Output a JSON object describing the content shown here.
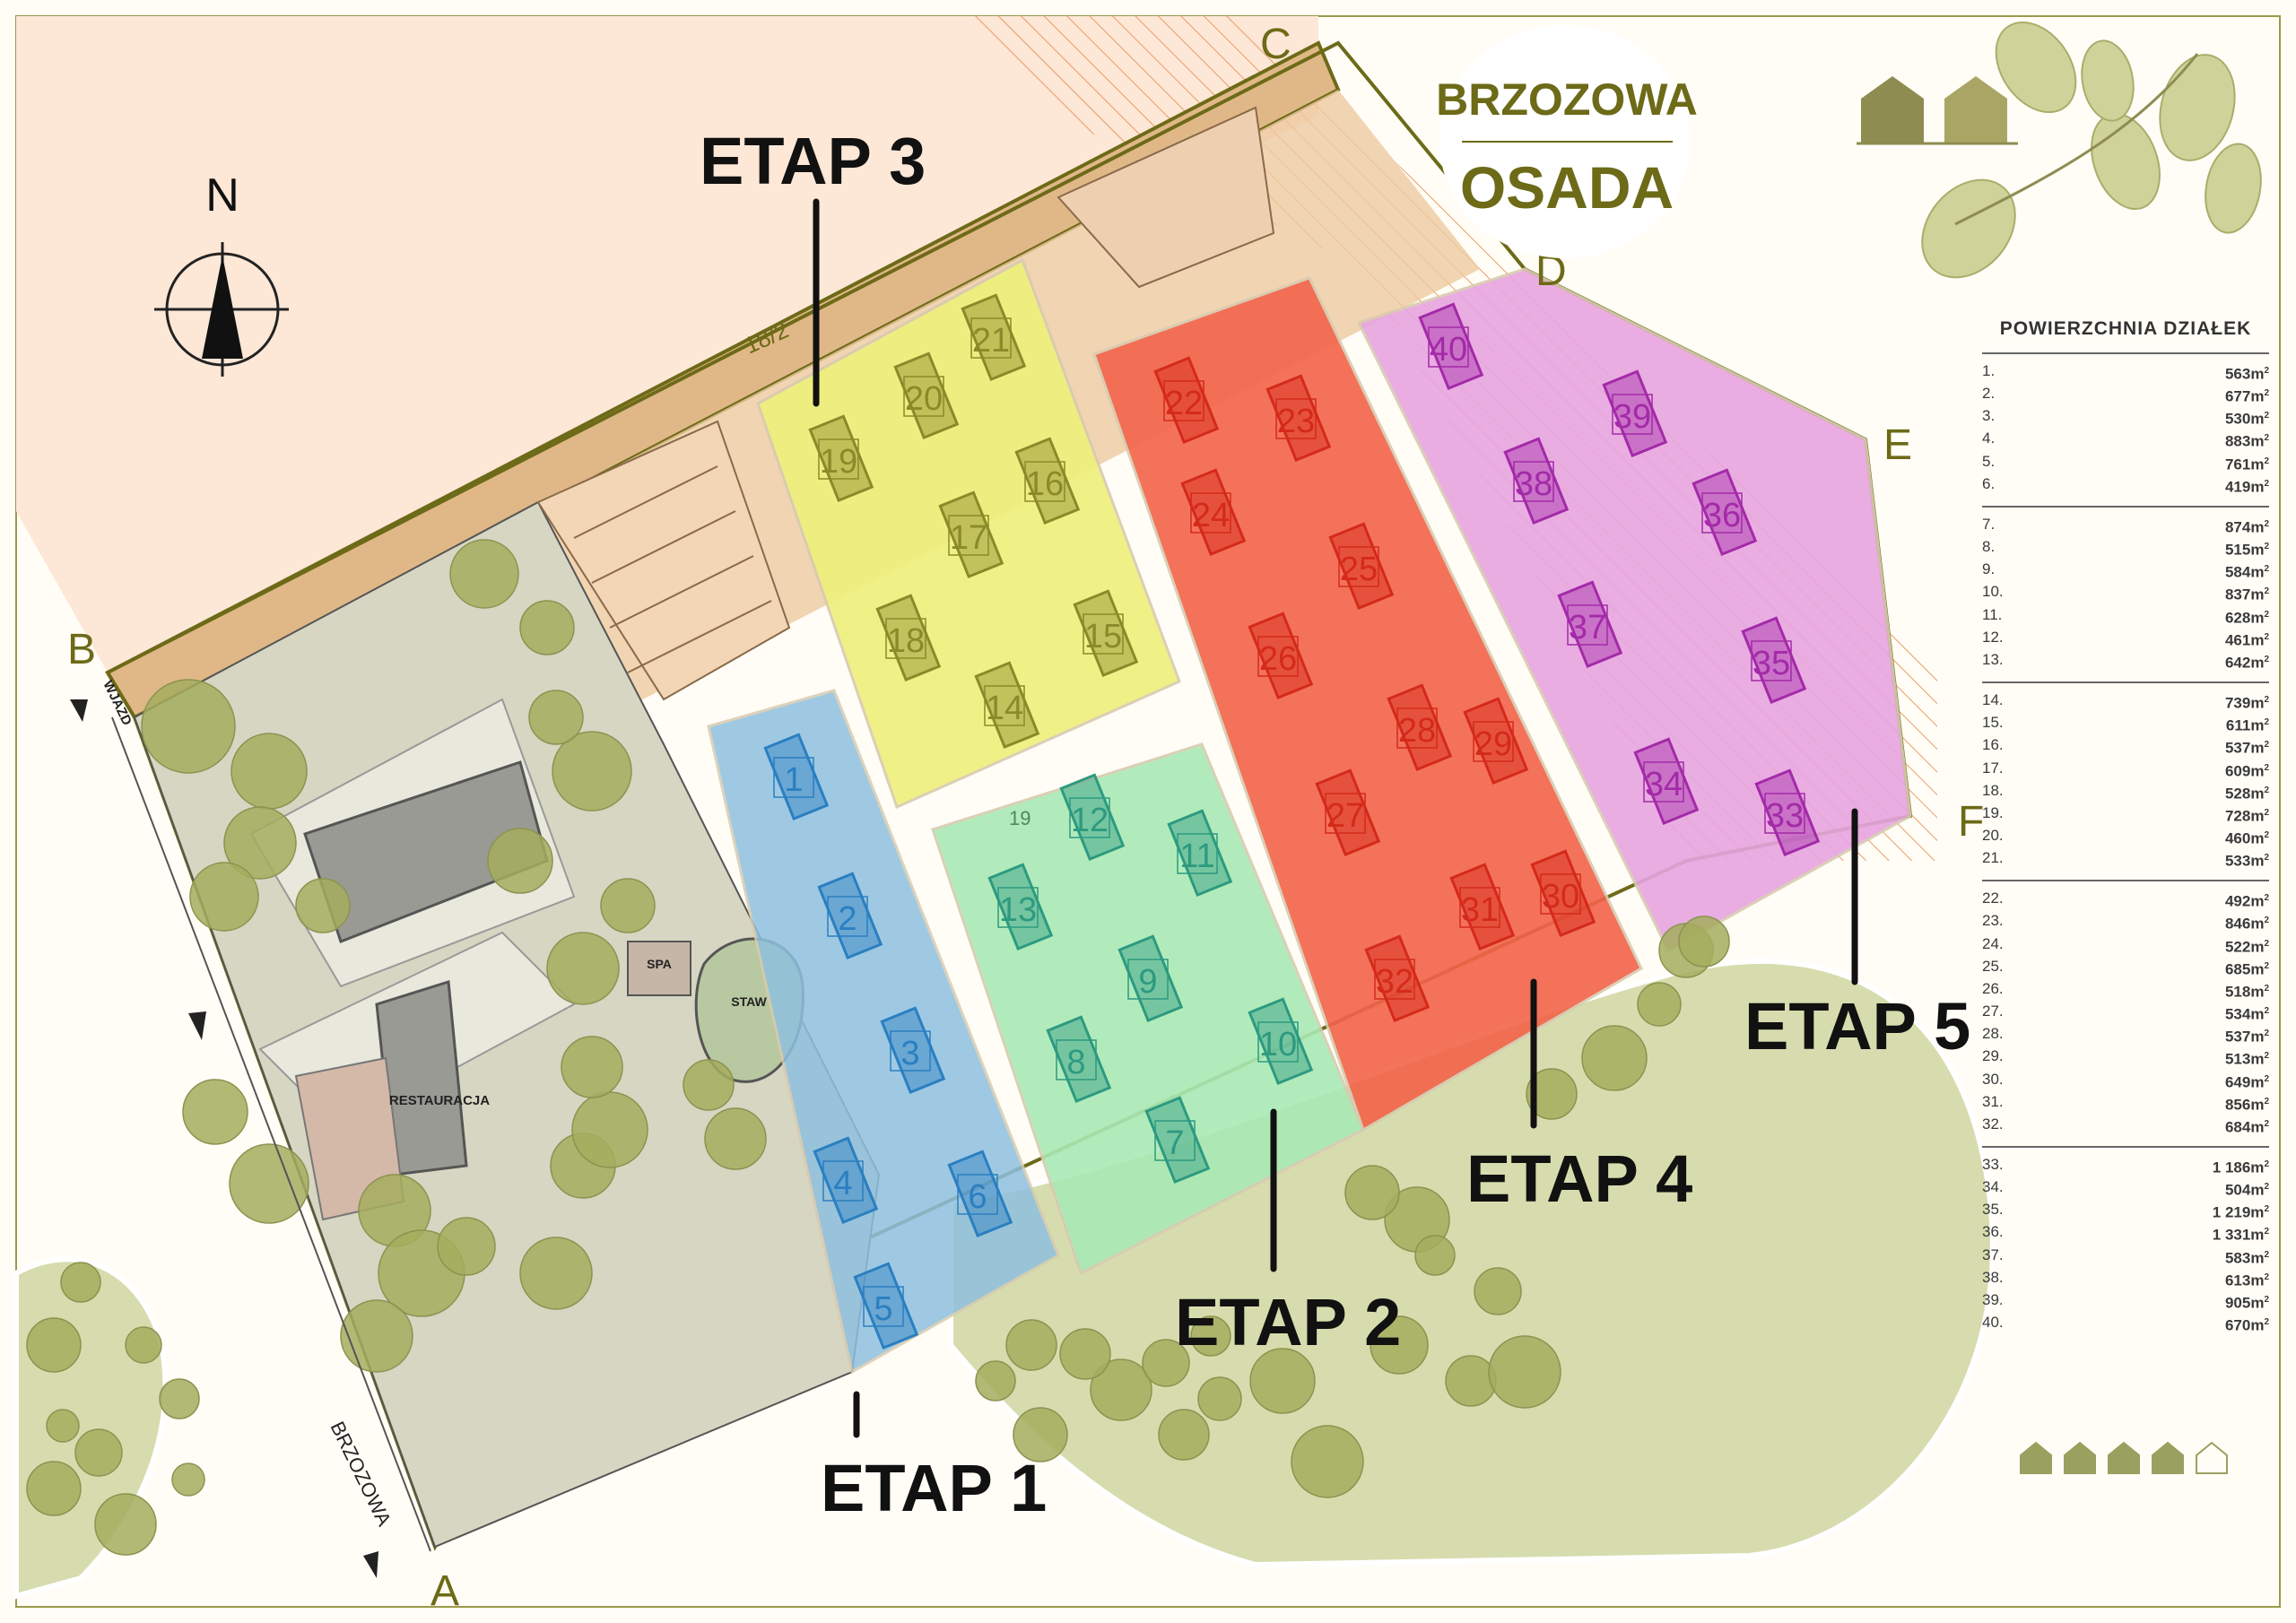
{
  "brand": {
    "line1": "BRZOZOWA",
    "line2": "OSADA"
  },
  "compass": {
    "label": "N"
  },
  "stages": [
    {
      "label": "ETAP 1",
      "color": "#8fc0df"
    },
    {
      "label": "ETAP 2",
      "color": "#a9eab5"
    },
    {
      "label": "ETAP 3",
      "color": "#eef07a"
    },
    {
      "label": "ETAP 4",
      "color": "#f3644a"
    },
    {
      "label": "ETAP 5",
      "color": "#e7a5e0"
    }
  ],
  "corners": [
    "A",
    "B",
    "C",
    "D",
    "E",
    "F"
  ],
  "roads": {
    "entry": "WJAZD",
    "street": "BRZOZOWA"
  },
  "parcel_ref": "18/2",
  "parcel_ref_small": "19",
  "facilities": {
    "spa": "SPA",
    "pond": "STAW",
    "restaurant": "RESTAURACJA"
  },
  "plots": [
    {
      "n": "1"
    },
    {
      "n": "2"
    },
    {
      "n": "3"
    },
    {
      "n": "4"
    },
    {
      "n": "5"
    },
    {
      "n": "6"
    },
    {
      "n": "7"
    },
    {
      "n": "8"
    },
    {
      "n": "9"
    },
    {
      "n": "10"
    },
    {
      "n": "11"
    },
    {
      "n": "12"
    },
    {
      "n": "13"
    },
    {
      "n": "14"
    },
    {
      "n": "15"
    },
    {
      "n": "16"
    },
    {
      "n": "17"
    },
    {
      "n": "18"
    },
    {
      "n": "19"
    },
    {
      "n": "20"
    },
    {
      "n": "21"
    },
    {
      "n": "22"
    },
    {
      "n": "23"
    },
    {
      "n": "24"
    },
    {
      "n": "25"
    },
    {
      "n": "26"
    },
    {
      "n": "27"
    },
    {
      "n": "28"
    },
    {
      "n": "29"
    },
    {
      "n": "30"
    },
    {
      "n": "31"
    },
    {
      "n": "32"
    },
    {
      "n": "33"
    },
    {
      "n": "34"
    },
    {
      "n": "35"
    },
    {
      "n": "36"
    },
    {
      "n": "37"
    },
    {
      "n": "38"
    },
    {
      "n": "39"
    },
    {
      "n": "40"
    }
  ],
  "areas": {
    "title": "POWIERZCHNIA DZIAŁEK",
    "unit": "m²",
    "groups": [
      [
        {
          "no": "1.",
          "area": "563m"
        },
        {
          "no": "2.",
          "area": "677m"
        },
        {
          "no": "3.",
          "area": "530m"
        },
        {
          "no": "4.",
          "area": "883m"
        },
        {
          "no": "5.",
          "area": "761m"
        },
        {
          "no": "6.",
          "area": "419m"
        }
      ],
      [
        {
          "no": "7.",
          "area": "874m"
        },
        {
          "no": "8.",
          "area": "515m"
        },
        {
          "no": "9.",
          "area": "584m"
        },
        {
          "no": "10.",
          "area": "837m"
        },
        {
          "no": "11.",
          "area": "628m"
        },
        {
          "no": "12.",
          "area": "461m"
        },
        {
          "no": "13.",
          "area": "642m"
        }
      ],
      [
        {
          "no": "14.",
          "area": "739m"
        },
        {
          "no": "15.",
          "area": "611m"
        },
        {
          "no": "16.",
          "area": "537m"
        },
        {
          "no": "17.",
          "area": "609m"
        },
        {
          "no": "18.",
          "area": "528m"
        },
        {
          "no": "19.",
          "area": "728m"
        },
        {
          "no": "20.",
          "area": "460m"
        },
        {
          "no": "21.",
          "area": "533m"
        }
      ],
      [
        {
          "no": "22.",
          "area": "492m"
        },
        {
          "no": "23.",
          "area": "846m"
        },
        {
          "no": "24.",
          "area": "522m"
        },
        {
          "no": "25.",
          "area": "685m"
        },
        {
          "no": "26.",
          "area": "518m"
        },
        {
          "no": "27.",
          "area": "534m"
        },
        {
          "no": "28.",
          "area": "537m"
        },
        {
          "no": "29.",
          "area": "513m"
        },
        {
          "no": "30.",
          "area": "649m"
        },
        {
          "no": "31.",
          "area": "856m"
        },
        {
          "no": "32.",
          "area": "684m"
        }
      ],
      [
        {
          "no": "33.",
          "area": "1 186m"
        },
        {
          "no": "34.",
          "area": "504m"
        },
        {
          "no": "35.",
          "area": "1 219m"
        },
        {
          "no": "36.",
          "area": "1 331m"
        },
        {
          "no": "37.",
          "area": "583m"
        },
        {
          "no": "38.",
          "area": "613m"
        },
        {
          "no": "39.",
          "area": "905m"
        },
        {
          "no": "40.",
          "area": "670m"
        }
      ]
    ]
  },
  "legend_houses": {
    "filled": 4,
    "outline": 1,
    "color": "#9aa060"
  }
}
